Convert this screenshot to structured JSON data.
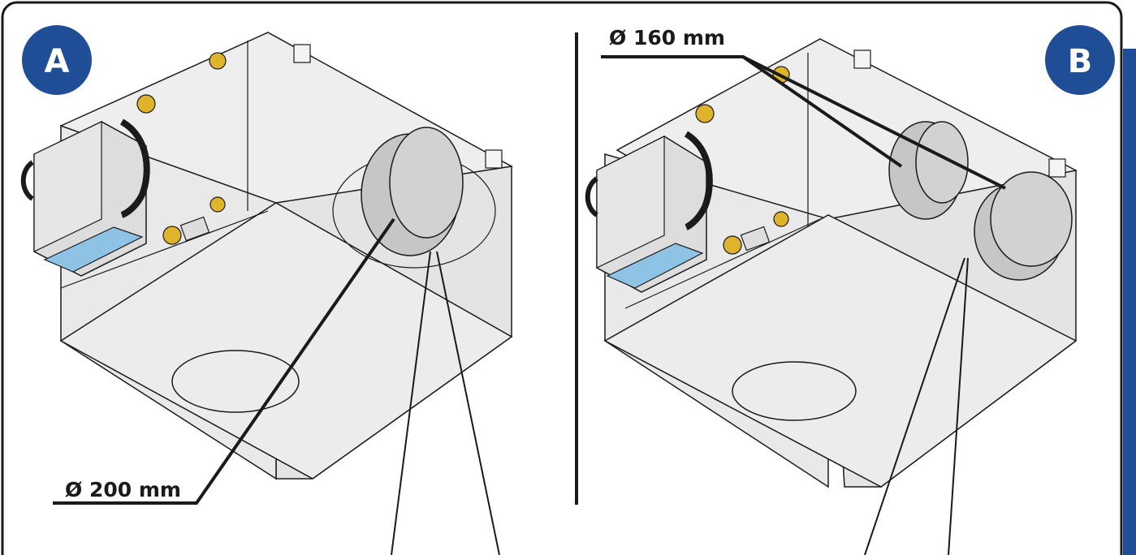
{
  "panels": [
    {
      "badge": "A",
      "dimension_label": "Ø 200 mm"
    },
    {
      "badge": "B",
      "dimension_label": "Ø 160 mm"
    }
  ],
  "colors": {
    "badge": "#1f4e96",
    "frame": "#1a1a1a",
    "side_bar": "#1f4e96",
    "box_fill": "#e8e8e8",
    "box_side": "#dcdcdc",
    "spigot": "#c6c6c6",
    "brass": "#e0b32c",
    "display": "#8fc3e6"
  },
  "icons": [
    "control-box-icon",
    "brass-fitting-icon",
    "duct-spigot-icon"
  ]
}
